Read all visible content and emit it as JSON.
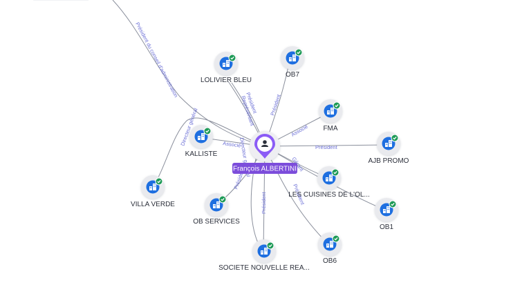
{
  "colors": {
    "edge": "#8a8f9c",
    "edge_label": "#6b6fd6",
    "company_icon_bg": "#1e6fe0",
    "check_badge": "#1e9a57",
    "center_pin": "#8b5cf6",
    "center_label_bg": "#7c4ddb",
    "node_halo": "#e9eaee"
  },
  "center": {
    "name": "François ALBERTINI",
    "icon": "person-icon"
  },
  "nodes": [
    {
      "id": "lolivier-bleu",
      "label": "LOLIVIER BLEU",
      "icon": "company-building-icon",
      "verified": true
    },
    {
      "id": "ob7",
      "label": "OB7",
      "icon": "company-building-icon",
      "verified": true
    },
    {
      "id": "fma",
      "label": "FMA",
      "icon": "company-building-icon",
      "verified": true
    },
    {
      "id": "ajb-promo",
      "label": "AJB PROMO",
      "icon": "company-building-icon",
      "verified": true
    },
    {
      "id": "kalliste",
      "label": "KALLISTE",
      "icon": "company-building-icon",
      "verified": true
    },
    {
      "id": "les-cuisines",
      "label": "LES CUISINES DE L'OL...",
      "icon": "company-building-icon",
      "verified": true
    },
    {
      "id": "ob1",
      "label": "OB1",
      "icon": "company-building-icon",
      "verified": true
    },
    {
      "id": "villa-verde",
      "label": "VILLA VERDE",
      "icon": "company-building-icon",
      "verified": true
    },
    {
      "id": "ob-services",
      "label": "OB SERVICES",
      "icon": "company-building-icon",
      "verified": true
    },
    {
      "id": "ob6",
      "label": "OB6",
      "icon": "company-building-icon",
      "verified": true
    },
    {
      "id": "societe-nouvelle",
      "label": "SOCIETE NOUVELLE REA...",
      "icon": "company-building-icon",
      "verified": true
    }
  ],
  "edge_labels": {
    "president_conseil": "Président du conseil d'administration",
    "president": "Président",
    "representant": "Représentant",
    "associe": "Associé",
    "directeur_general": "Directeur général",
    "gerant": "Gérant"
  }
}
